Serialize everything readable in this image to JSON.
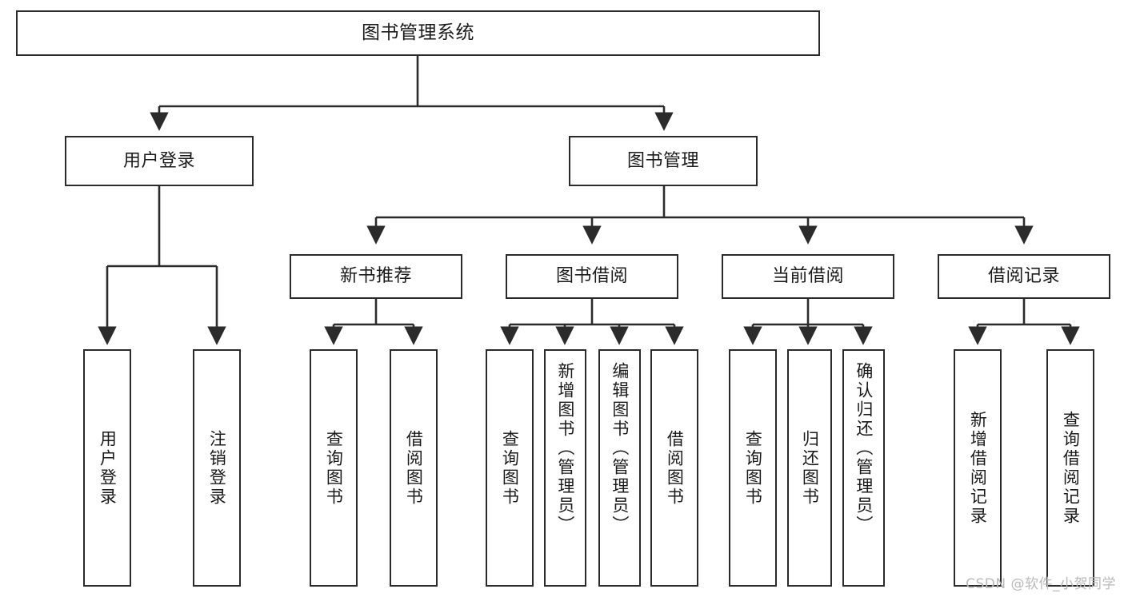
{
  "diagram": {
    "title": "图书管理系统",
    "watermark": "CSDN @软件_小贺同学",
    "colors": {
      "stroke": "#2b2b2b",
      "fill": "#ffffff",
      "text": "#1a1a1a",
      "watermark": "#b9b9b9"
    },
    "levels": {
      "root": {
        "label": "图书管理系统"
      },
      "level2": [
        {
          "label": "用户登录"
        },
        {
          "label": "图书管理"
        }
      ],
      "level3": [
        {
          "label": "新书推荐"
        },
        {
          "label": "图书借阅"
        },
        {
          "label": "当前借阅"
        },
        {
          "label": "借阅记录"
        }
      ],
      "leaves": {
        "user_login": [
          {
            "label": "用户登录"
          },
          {
            "label": "注销登录"
          }
        ],
        "new_book_recommend": [
          {
            "label": "查询图书"
          },
          {
            "label": "借阅图书"
          }
        ],
        "book_borrow": [
          {
            "label": "查询图书"
          },
          {
            "label": "新增图书（管理员）"
          },
          {
            "label": "编辑图书（管理员）"
          },
          {
            "label": "借阅图书"
          }
        ],
        "current_borrow": [
          {
            "label": "查询图书"
          },
          {
            "label": "归还图书"
          },
          {
            "label": "确认归还（管理员）"
          }
        ],
        "borrow_record": [
          {
            "label": "新增借阅记录"
          },
          {
            "label": "查询借阅记录"
          }
        ]
      }
    }
  }
}
